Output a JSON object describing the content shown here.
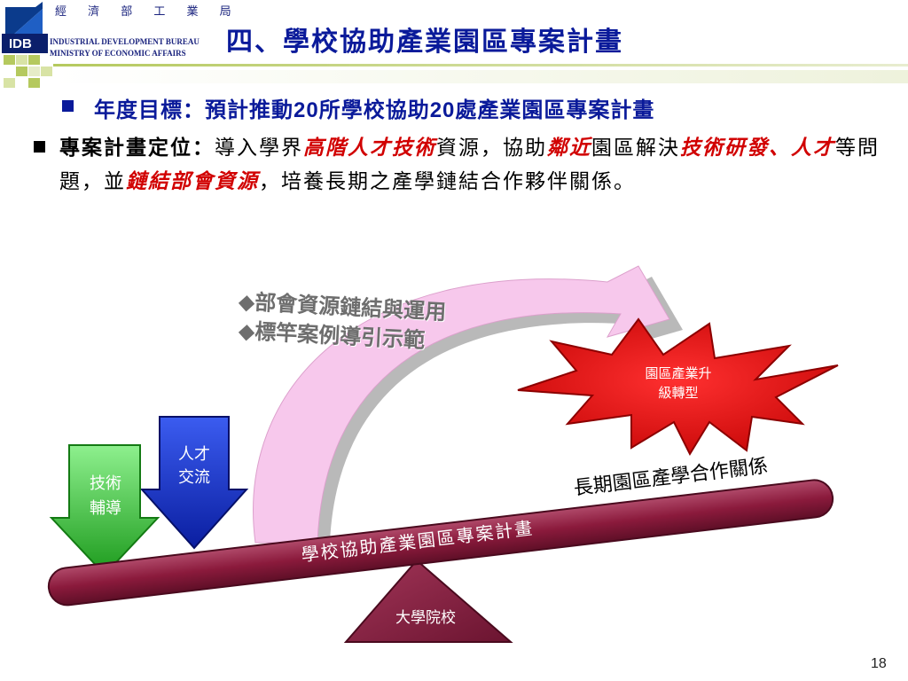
{
  "header": {
    "logo_text": "IDB",
    "org_name_cn": "經 濟 部 工 業 局",
    "org_name_en_1": "INDUSTRIAL DEVELOPMENT BUREAU",
    "org_name_en_2": "MINISTRY OF ECONOMIC AFFAIRS",
    "title": "四、學校協助產業園區專案計畫"
  },
  "goal": {
    "prefix": "年度目標：預計推動",
    "num1": "20",
    "mid": "所學校協助",
    "num2": "20",
    "suffix": "處產業園區專案計畫"
  },
  "body": {
    "label": "專案計畫定位：",
    "t1": "導入學界",
    "r1": "高階人才技術",
    "t2": "資源，協助",
    "r2": "鄰近",
    "t3": "園區解決",
    "r3": "技術研發、人才",
    "t4": "等問題，並",
    "r4": "鏈結部會資源",
    "t5": "，培養長期之產學鏈結合作夥伴關係。"
  },
  "diagram": {
    "arc_line1": "◆部會資源鏈結與運用",
    "arc_line2": "◆標竿案例導引示範",
    "burst_line1": "園區產業升",
    "burst_line2": "級轉型",
    "blue_arrow_line1": "人才",
    "blue_arrow_line2": "交流",
    "green_arrow_line1": "技術",
    "green_arrow_line2": "輔導",
    "long_term": "長期園區產學合作關係",
    "lever": "學校協助產業園區專案計畫",
    "fulcrum": "大學院校"
  },
  "footer": {
    "slide_number": "18"
  },
  "colors": {
    "title_blue": "#0a1a9a",
    "emphasis_red": "#d10000",
    "lever_maroon": "#8b1a3c",
    "burst_red": "#e81010",
    "arrow_green": "#3cc03c",
    "arrow_blue": "#1030c8",
    "arc_pink": "#f7c8ec"
  }
}
